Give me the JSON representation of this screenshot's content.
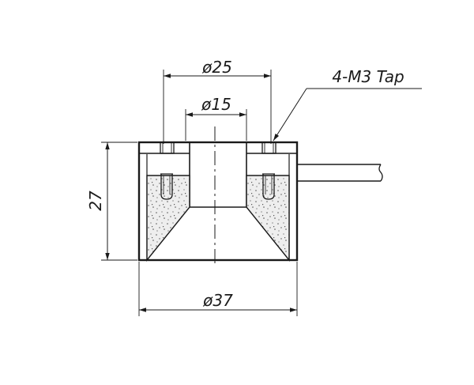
{
  "dimensions": {
    "outer_diameter": "ø37",
    "bolt_circle_diameter": "ø25",
    "bore_diameter": "ø15",
    "height": "27"
  },
  "callout": {
    "thread_label": "4-M3 Tap"
  }
}
